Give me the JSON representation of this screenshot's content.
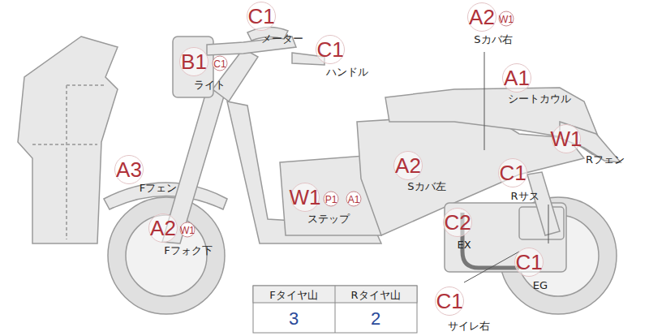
{
  "diagram": {
    "labels": [
      "C1",
      "メーター",
      "A2",
      "W1",
      "Sカバ右",
      "C1",
      "ハンドル",
      "B1",
      "C1",
      "ライト",
      "A1",
      "シートカウル",
      "W1",
      "Rフェン",
      "A3",
      "Fフェン",
      "A2",
      "Sカバ左",
      "C1",
      "Rサス",
      "W1",
      "P1",
      "A1",
      "ステップ",
      "C2",
      "EX",
      "A2",
      "W1",
      "Fフォク下",
      "C1",
      "EG",
      "Fタイヤ山",
      "Rタイヤ山",
      "3",
      "2",
      "C1",
      "サイレ右"
    ]
  }
}
